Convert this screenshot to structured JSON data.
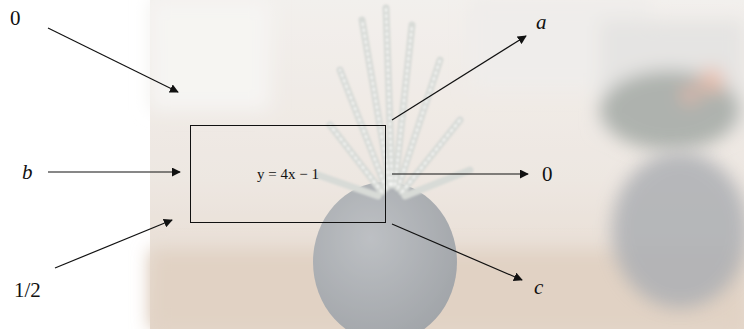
{
  "diagram": {
    "nodes": [
      {
        "text": [
          "y = 4x − 1"
        ]
      }
    ],
    "labels": [
      "0",
      "b",
      "1/2",
      "a",
      "0",
      "c"
    ]
  }
}
